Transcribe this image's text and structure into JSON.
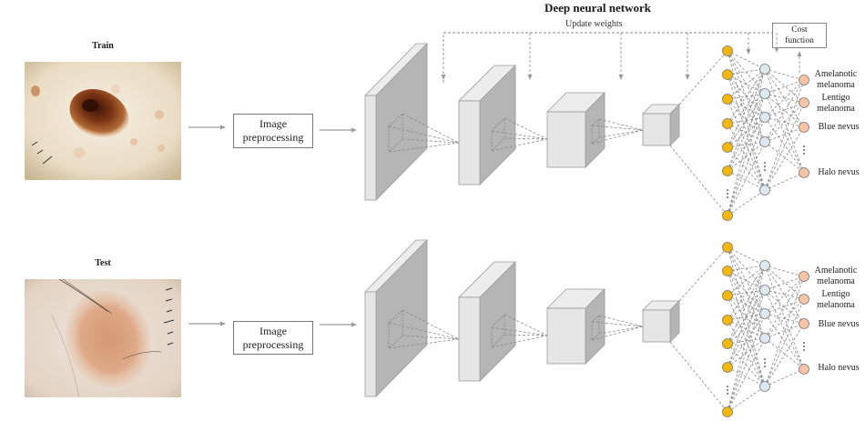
{
  "title": "Deep neural network",
  "update_label": "Update weights",
  "cost_function": {
    "line1": "Cost",
    "line2": "function"
  },
  "rows": [
    {
      "set_label": "Train",
      "image_desc": "dermoscopic image of dark brown pigmented lesion",
      "preprocessing": {
        "line1": "Image",
        "line2": "preprocessing"
      },
      "classes": [
        {
          "line1": "Amelanotic",
          "line2": "melanoma"
        },
        {
          "line1": "Lentigo",
          "line2": "melanoma"
        },
        {
          "line1": "Blue nevus",
          "line2": ""
        },
        {
          "line1": "Halo nevus",
          "line2": ""
        }
      ]
    },
    {
      "set_label": "Test",
      "image_desc": "dermoscopic image of light pinkish-tan lesion with hair",
      "preprocessing": {
        "line1": "Image",
        "line2": "preprocessing"
      },
      "classes": [
        {
          "line1": "Amelanotic",
          "line2": "melanoma"
        },
        {
          "line1": "Lentigo",
          "line2": "melanoma"
        },
        {
          "line1": "Blue nevus",
          "line2": ""
        },
        {
          "line1": "Halo nevus",
          "line2": ""
        }
      ]
    }
  ],
  "colors": {
    "input_node": "#f5b800",
    "hidden_node": "#dde8f3",
    "output_node": "#f7c4a5",
    "block_front": "#e6e6e6",
    "block_side": "#b5b5b5",
    "block_top": "#ededed",
    "dash": "#8a8a8a"
  }
}
